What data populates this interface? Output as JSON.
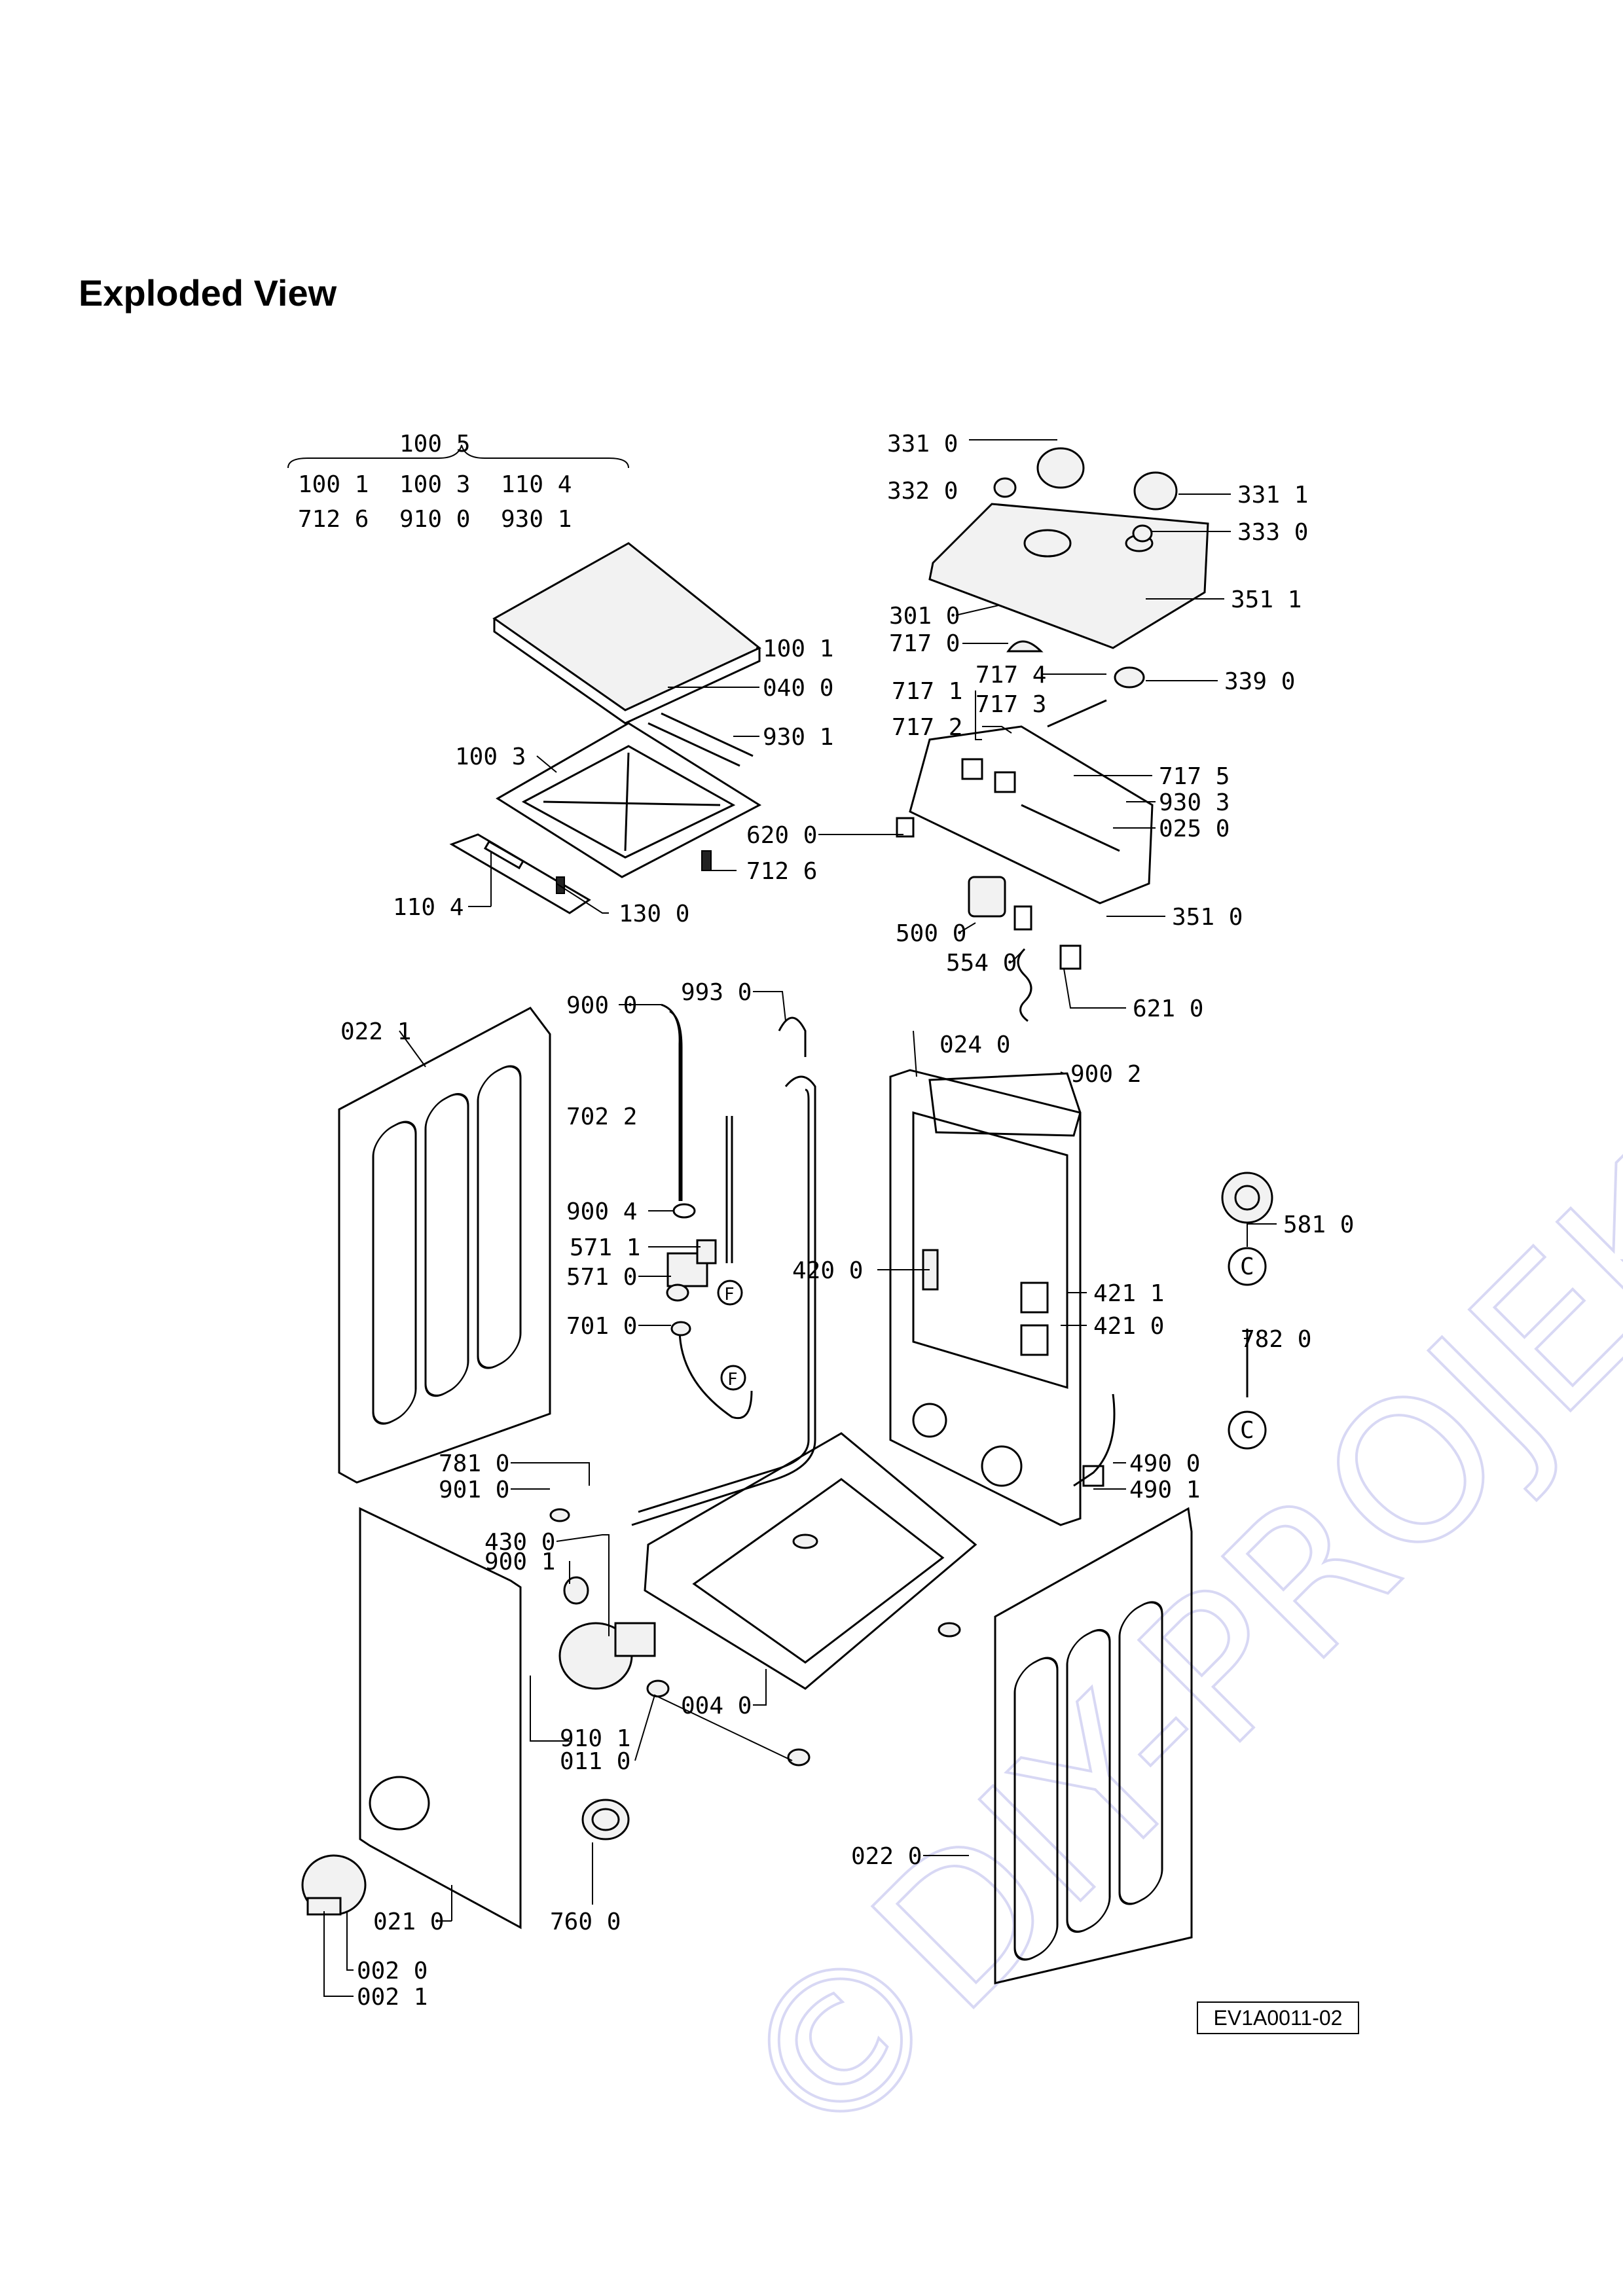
{
  "title": "Exploded View",
  "watermark": "©DIY-PROJEKT.cz",
  "drawing_code": "EV1A0011-02",
  "callouts": [
    {
      "id": "l-1005",
      "text": "100 5"
    },
    {
      "id": "l-1001a",
      "text": "100 1"
    },
    {
      "id": "l-1003a",
      "text": "100 3"
    },
    {
      "id": "l-1104a",
      "text": "110 4"
    },
    {
      "id": "l-7126a",
      "text": "712 6"
    },
    {
      "id": "l-9100a",
      "text": "910 0"
    },
    {
      "id": "l-9301a",
      "text": "930 1"
    },
    {
      "id": "l-1001",
      "text": "100 1"
    },
    {
      "id": "l-0400",
      "text": "040 0"
    },
    {
      "id": "l-9301",
      "text": "930 1"
    },
    {
      "id": "l-1003",
      "text": "100 3"
    },
    {
      "id": "l-6200",
      "text": "620 0"
    },
    {
      "id": "l-7126",
      "text": "712 6"
    },
    {
      "id": "l-1104",
      "text": "110 4"
    },
    {
      "id": "l-1300",
      "text": "130 0"
    },
    {
      "id": "l-3310",
      "text": "331 0"
    },
    {
      "id": "l-3320",
      "text": "332 0"
    },
    {
      "id": "l-3311",
      "text": "331 1"
    },
    {
      "id": "l-3330",
      "text": "333 0"
    },
    {
      "id": "l-3511",
      "text": "351 1"
    },
    {
      "id": "l-3010",
      "text": "301 0"
    },
    {
      "id": "l-7170",
      "text": "717 0"
    },
    {
      "id": "l-7174",
      "text": "717 4"
    },
    {
      "id": "l-7171",
      "text": "717 1"
    },
    {
      "id": "l-7173",
      "text": "717 3"
    },
    {
      "id": "l-3390",
      "text": "339 0"
    },
    {
      "id": "l-7172",
      "text": "717 2"
    },
    {
      "id": "l-7175",
      "text": "717 5"
    },
    {
      "id": "l-9303",
      "text": "930 3"
    },
    {
      "id": "l-0250",
      "text": "025 0"
    },
    {
      "id": "l-5000",
      "text": "500 0"
    },
    {
      "id": "l-3510",
      "text": "351 0"
    },
    {
      "id": "l-5540",
      "text": "554 0"
    },
    {
      "id": "l-6210",
      "text": "621 0"
    },
    {
      "id": "l-0221",
      "text": "022 1"
    },
    {
      "id": "l-9000",
      "text": "900 0"
    },
    {
      "id": "l-9930",
      "text": "993 0"
    },
    {
      "id": "l-7022",
      "text": "702 2"
    },
    {
      "id": "l-0240",
      "text": "024 0"
    },
    {
      "id": "l-9002",
      "text": "900 2"
    },
    {
      "id": "l-9004",
      "text": "900 4"
    },
    {
      "id": "l-5711",
      "text": "571 1"
    },
    {
      "id": "l-5710",
      "text": "571 0"
    },
    {
      "id": "l-4200",
      "text": "420 0"
    },
    {
      "id": "l-5810",
      "text": "581 0"
    },
    {
      "id": "l-4211",
      "text": "421 1"
    },
    {
      "id": "l-4210",
      "text": "421 0"
    },
    {
      "id": "l-7010",
      "text": "701 0"
    },
    {
      "id": "l-7820",
      "text": "782 0"
    },
    {
      "id": "l-7810",
      "text": "781 0"
    },
    {
      "id": "l-4900",
      "text": "490 0"
    },
    {
      "id": "l-9010",
      "text": "901 0"
    },
    {
      "id": "l-4901",
      "text": "490 1"
    },
    {
      "id": "l-4300",
      "text": "430 0"
    },
    {
      "id": "l-9001",
      "text": "900 1"
    },
    {
      "id": "l-0040",
      "text": "004 0"
    },
    {
      "id": "l-9101",
      "text": "910 1"
    },
    {
      "id": "l-0110",
      "text": "011 0"
    },
    {
      "id": "l-0220",
      "text": "022 0"
    },
    {
      "id": "l-7600",
      "text": "760 0"
    },
    {
      "id": "l-0210",
      "text": "021 0"
    },
    {
      "id": "l-0020",
      "text": "002 0"
    },
    {
      "id": "l-0021",
      "text": "002 1"
    }
  ],
  "markers": {
    "c1": "C",
    "c2": "C",
    "f1": "F",
    "f2": "F"
  }
}
